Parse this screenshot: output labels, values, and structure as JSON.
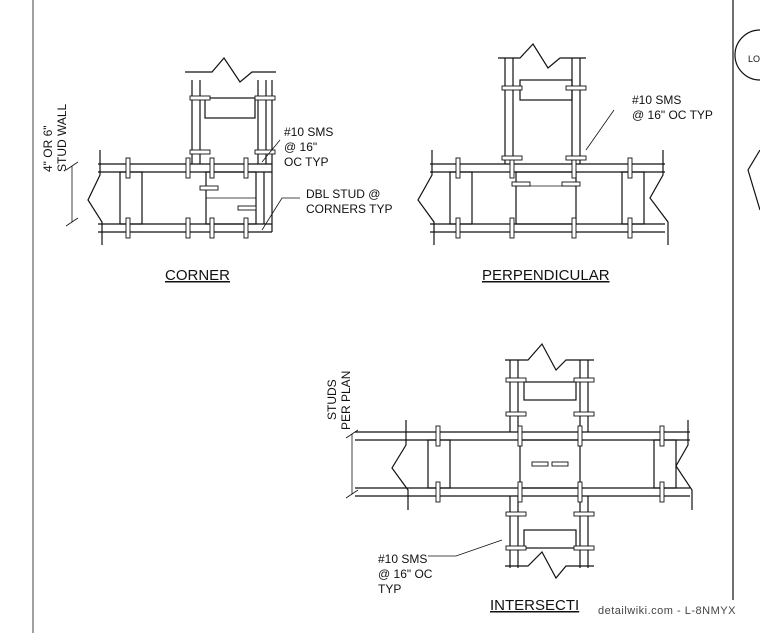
{
  "notes": {
    "stud_wall": [
      "4\" OR 6\"",
      "STUD WALL"
    ],
    "corner_sms": [
      "#10 SMS",
      "@ 16\"",
      "OC TYP"
    ],
    "dbl_stud": [
      "DBL STUD @",
      "CORNERS TYP"
    ],
    "perp_sms": [
      "#10 SMS",
      "@ 16\" OC TYP"
    ],
    "studs_per_plan": [
      "STUDS",
      "PER PLAN"
    ],
    "inter_sms": [
      "#10 SMS",
      "@ 16\" OC",
      "TYP"
    ]
  },
  "titles": {
    "corner": "CORNER",
    "perpendicular": "PERPENDICULAR",
    "intersection": "INTERSECTI"
  },
  "partial_labels": {
    "edge_circle": "LO"
  },
  "watermark": "detailwiki.com - L-8NMYX",
  "colors": {
    "ink": "#111111",
    "paper": "#ffffff"
  }
}
